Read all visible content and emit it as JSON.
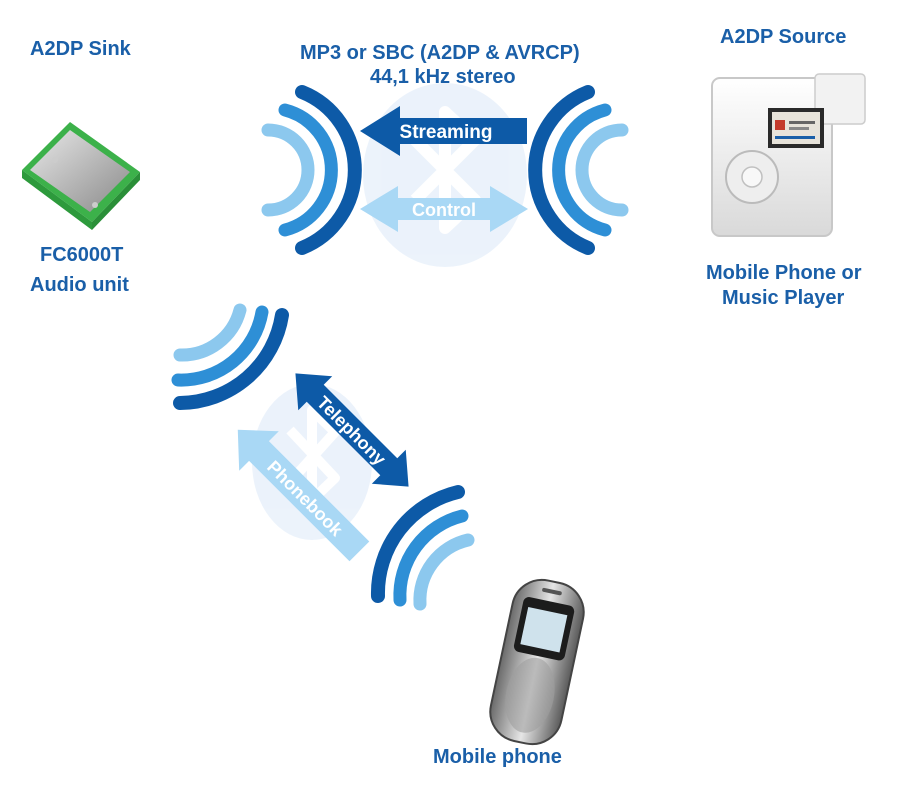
{
  "labels": {
    "sink_title": "A2DP Sink",
    "sink_device_name": "FC6000T",
    "sink_device_desc": "Audio unit",
    "codec_line1": "MP3 or SBC (A2DP & AVRCP)",
    "codec_line2": "44,1 kHz stereo",
    "source_title": "A2DP Source",
    "source_device_line1": "Mobile Phone or",
    "source_device_line2": "Music Player",
    "phone_label": "Mobile phone"
  },
  "arrows": {
    "streaming": "Streaming",
    "control": "Control",
    "telephony": "Telephony",
    "phonebook": "Phonebook"
  },
  "colors": {
    "label_blue": "#1a5fa8",
    "wave_dark": "#0d5aa7",
    "wave_mid": "#2e8fd6",
    "wave_light": "#8cc8ee",
    "arrow_dark": "#0d5aa7",
    "arrow_light": "#a9d8f5",
    "bluetooth_bg": "#dce9f8"
  },
  "icons": [
    "bluetooth-logo-icon",
    "audio-module-icon",
    "music-player-icon",
    "mobile-phone-icon",
    "radio-wave-icon"
  ]
}
